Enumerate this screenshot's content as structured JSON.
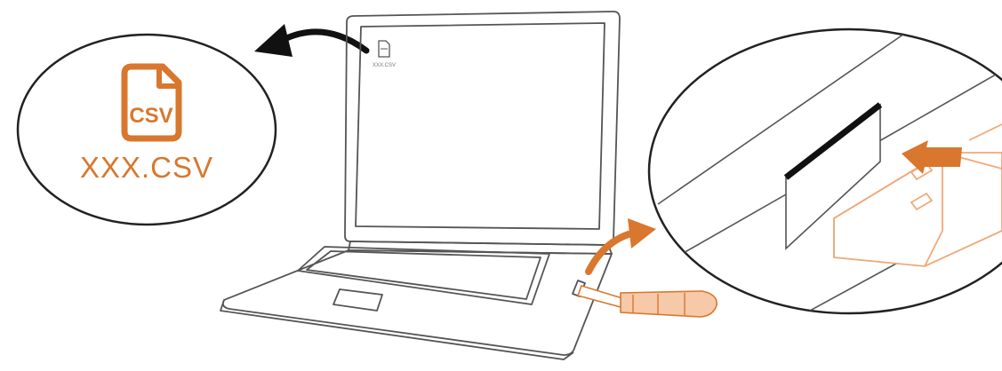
{
  "file_icon": {
    "label": "CSV"
  },
  "filename": "XXX.CSV",
  "desktop_icon_label": "XXX.CSV",
  "colors": {
    "accent": "#d9772e",
    "accent_light": "#f0a878",
    "line": "#555555",
    "dark": "#222222"
  }
}
